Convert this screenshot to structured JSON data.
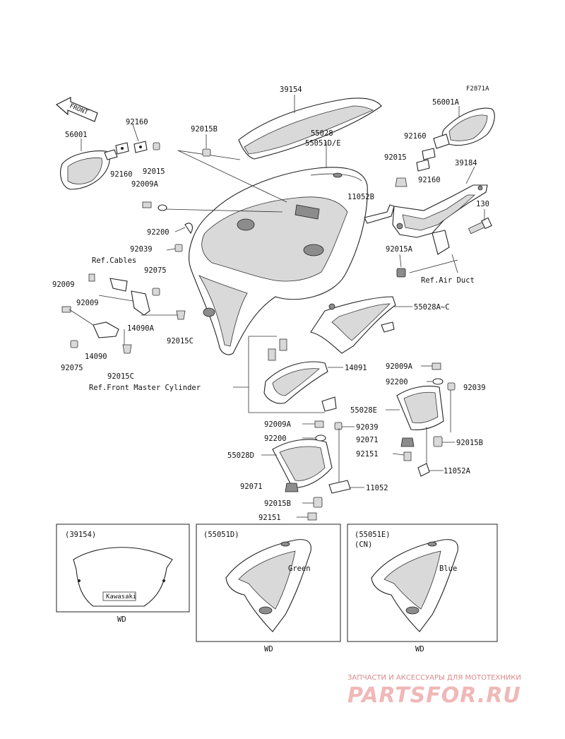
{
  "figure_code": "F2871A",
  "front_arrow_label": "FRONT",
  "parts": {
    "p39154": "39154",
    "p56001A": "56001A",
    "p56001": "56001",
    "p92160_a": "92160",
    "p92160_b": "92160",
    "p92160_c": "92160",
    "p92160_d": "92160",
    "p92015B_a": "92015B",
    "p92015B_b": "92015B",
    "p92015B_c": "92015B",
    "p55028": "55028",
    "p55051DE": "55051D/E",
    "p92015_a": "92015",
    "p92015_b": "92015",
    "p39184": "39184",
    "p92009A_a": "92009A",
    "p92009A_b": "92009A",
    "p92009A_c": "92009A",
    "p11052B": "11052B",
    "p130": "130",
    "p92200_a": "92200",
    "p92200_b": "92200",
    "p92200_c": "92200",
    "p92039_a": "92039",
    "p92039_b": "92039",
    "p92039_c": "92039",
    "p92015A": "92015A",
    "p92075_a": "92075",
    "p92075_b": "92075",
    "p92009_a": "92009",
    "p92009_b": "92009",
    "p55028AC": "55028A~C",
    "p14090A": "14090A",
    "p14090": "14090",
    "p92015C_a": "92015C",
    "p92015C_b": "92015C",
    "p14091": "14091",
    "p55028E": "55028E",
    "p92071_a": "92071",
    "p92071_b": "92071",
    "p92151_a": "92151",
    "p92151_b": "92151",
    "p11052A": "11052A",
    "p55028D": "55028D",
    "p11052": "11052"
  },
  "refs": {
    "cables": "Ref.Cables",
    "air_duct": "Ref.Air Duct",
    "master_cylinder": "Ref.Front Master Cylinder"
  },
  "insets": [
    {
      "title": "(39154)",
      "subtitle": "",
      "color": "",
      "footer": "WD"
    },
    {
      "title": "(55051D)",
      "subtitle": "",
      "color": "Green",
      "footer": "WD"
    },
    {
      "title": "(55051E)",
      "subtitle": "(CN)",
      "color": "Blue",
      "footer": "WD"
    }
  ],
  "windscreen_logo": "Kawasaki",
  "watermark": {
    "tagline": "ЗАПЧАСТИ И АКСЕССУАРЫ ДЛЯ МОТОТЕХНИКИ",
    "brand": "PARTSFOR.RU"
  }
}
